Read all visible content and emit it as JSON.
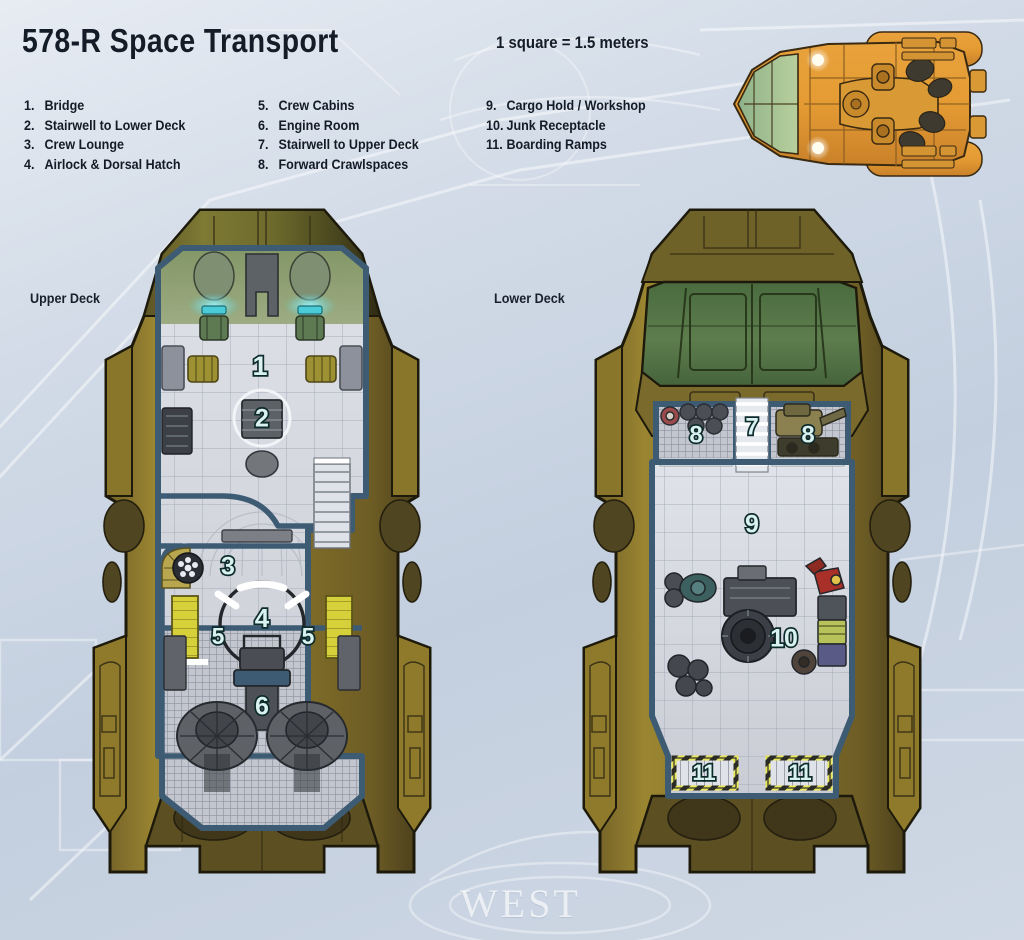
{
  "header": {
    "title": "578-R Space Transport",
    "scale_note": "1 square = 1.5 meters"
  },
  "legend": {
    "columns": [
      [
        {
          "num": "1.",
          "label": "Bridge"
        },
        {
          "num": "2.",
          "label": "Stairwell to Lower Deck"
        },
        {
          "num": "3.",
          "label": "Crew Lounge"
        },
        {
          "num": "4.",
          "label": "Airlock & Dorsal Hatch"
        }
      ],
      [
        {
          "num": "5.",
          "label": "Crew Cabins"
        },
        {
          "num": "6.",
          "label": "Engine Room"
        },
        {
          "num": "7.",
          "label": "Stairwell to Upper Deck"
        },
        {
          "num": "8.",
          "label": "Forward Crawlspaces"
        }
      ],
      [
        {
          "num": "9.",
          "label": "Cargo Hold / Workshop"
        },
        {
          "num": "10.",
          "label": "Junk Receptacle"
        },
        {
          "num": "11.",
          "label": "Boarding Ramps"
        }
      ]
    ]
  },
  "decks": {
    "upper": {
      "label": "Upper Deck",
      "rooms": [
        {
          "id": "1",
          "name": "Bridge"
        },
        {
          "id": "2",
          "name": "Stairwell to Lower Deck"
        },
        {
          "id": "3",
          "name": "Crew Lounge"
        },
        {
          "id": "4",
          "name": "Airlock & Dorsal Hatch"
        },
        {
          "id": "5",
          "name": "Crew Cabins (port)"
        },
        {
          "id": "5",
          "name": "Crew Cabins (starboard)"
        },
        {
          "id": "6",
          "name": "Engine Room"
        }
      ]
    },
    "lower": {
      "label": "Lower Deck",
      "rooms": [
        {
          "id": "8",
          "name": "Forward Crawlspace (port)"
        },
        {
          "id": "7",
          "name": "Stairwell to Upper Deck"
        },
        {
          "id": "8",
          "name": "Forward Crawlspace (starboard)"
        },
        {
          "id": "9",
          "name": "Cargo Hold / Workshop"
        },
        {
          "id": "10",
          "name": "Junk Receptacle"
        },
        {
          "id": "11",
          "name": "Boarding Ramp (port)"
        },
        {
          "id": "11",
          "name": "Boarding Ramp (starboard)"
        }
      ]
    }
  },
  "thumbnail": {
    "name": "top-down ship view"
  },
  "watermark": "WEST",
  "colors": {
    "background": "#ccd6e3",
    "hull_light": "#a8902f",
    "hull_mid": "#8a762a",
    "hull_dark": "#5c4f22",
    "hull_shadow": "#3a3318",
    "cockpit_glass": "#4e6b43",
    "deck_floor": "#d4d6de",
    "wall_blue": "#3d5b73",
    "room_number": "#d9f2ef",
    "room_number_outline": "#0d2a2c",
    "console_glow": "#5fd8e0",
    "bunk_yellow": "#d8d13c",
    "hazard_yellow": "#e4e24a",
    "title_text": "#141c28"
  }
}
